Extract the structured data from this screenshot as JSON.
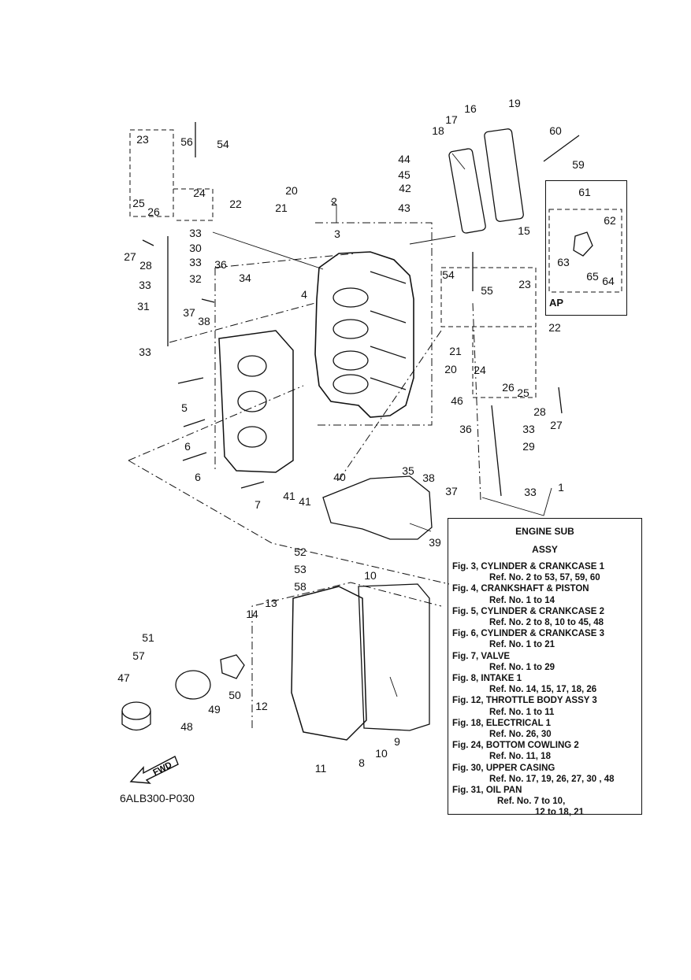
{
  "diagram_code": "6ALB300-P030",
  "fwd_label": "FWD",
  "ap_label": "AP",
  "info": {
    "title_line1": "ENGINE SUB",
    "title_line2": "ASSY",
    "rows": [
      {
        "text": "Fig. 3, CYLINDER & CRANKCASE 1",
        "kind": "fig"
      },
      {
        "text": "Ref. No. 2 to 53, 57, 59, 60",
        "kind": "ref"
      },
      {
        "text": "Fig. 4, CRANKSHAFT & PISTON",
        "kind": "fig"
      },
      {
        "text": "Ref. No. 1 to 14",
        "kind": "ref"
      },
      {
        "text": "Fig. 5, CYLINDER & CRANKCASE 2",
        "kind": "fig"
      },
      {
        "text": "Ref. No. 2 to 8, 10 to 45, 48",
        "kind": "ref"
      },
      {
        "text": "Fig. 6, CYLINDER & CRANKCASE 3",
        "kind": "fig"
      },
      {
        "text": "Ref. No. 1 to 21",
        "kind": "ref"
      },
      {
        "text": "Fig. 7, VALVE",
        "kind": "fig"
      },
      {
        "text": "Ref. No. 1 to 29",
        "kind": "ref"
      },
      {
        "text": "Fig. 8, INTAKE 1",
        "kind": "fig"
      },
      {
        "text": "Ref. No. 14, 15, 17, 18, 26",
        "kind": "ref"
      },
      {
        "text": "Fig. 12, THROTTLE BODY ASSY 3",
        "kind": "fig"
      },
      {
        "text": "Ref. No. 1 to 11",
        "kind": "ref"
      },
      {
        "text": "Fig. 18, ELECTRICAL 1",
        "kind": "fig"
      },
      {
        "text": "Ref. No. 26, 30",
        "kind": "ref"
      },
      {
        "text": "Fig. 24, BOTTOM COWLING 2",
        "kind": "fig"
      },
      {
        "text": "Ref. No. 11, 18",
        "kind": "ref"
      },
      {
        "text": "Fig. 30, UPPER CASING",
        "kind": "fig"
      },
      {
        "text": "Ref. No. 17, 19, 26, 27, 30 , 48",
        "kind": "ref"
      },
      {
        "text": "Fig. 31, OIL PAN",
        "kind": "fig"
      },
      {
        "text": "Ref. No. 7 to 10,",
        "kind": "ref2"
      },
      {
        "text": "12 to 18, 21",
        "kind": "ref3"
      }
    ]
  },
  "callouts": [
    "1",
    "2",
    "3",
    "4",
    "5",
    "6",
    "6",
    "7",
    "8",
    "9",
    "10",
    "10",
    "11",
    "12",
    "13",
    "14",
    "15",
    "16",
    "17",
    "18",
    "19",
    "20",
    "20",
    "21",
    "21",
    "22",
    "22",
    "23",
    "23",
    "24",
    "24",
    "25",
    "25",
    "26",
    "26",
    "27",
    "27",
    "28",
    "28",
    "29",
    "30",
    "31",
    "32",
    "33",
    "33",
    "33",
    "33",
    "33",
    "33",
    "34",
    "35",
    "36",
    "36",
    "37",
    "37",
    "38",
    "38",
    "39",
    "40",
    "41",
    "41",
    "42",
    "43",
    "44",
    "45",
    "46",
    "47",
    "48",
    "49",
    "50",
    "51",
    "52",
    "53",
    "54",
    "54",
    "55",
    "56",
    "57",
    "58",
    "59",
    "60",
    "61",
    "62",
    "63",
    "64",
    "65"
  ]
}
